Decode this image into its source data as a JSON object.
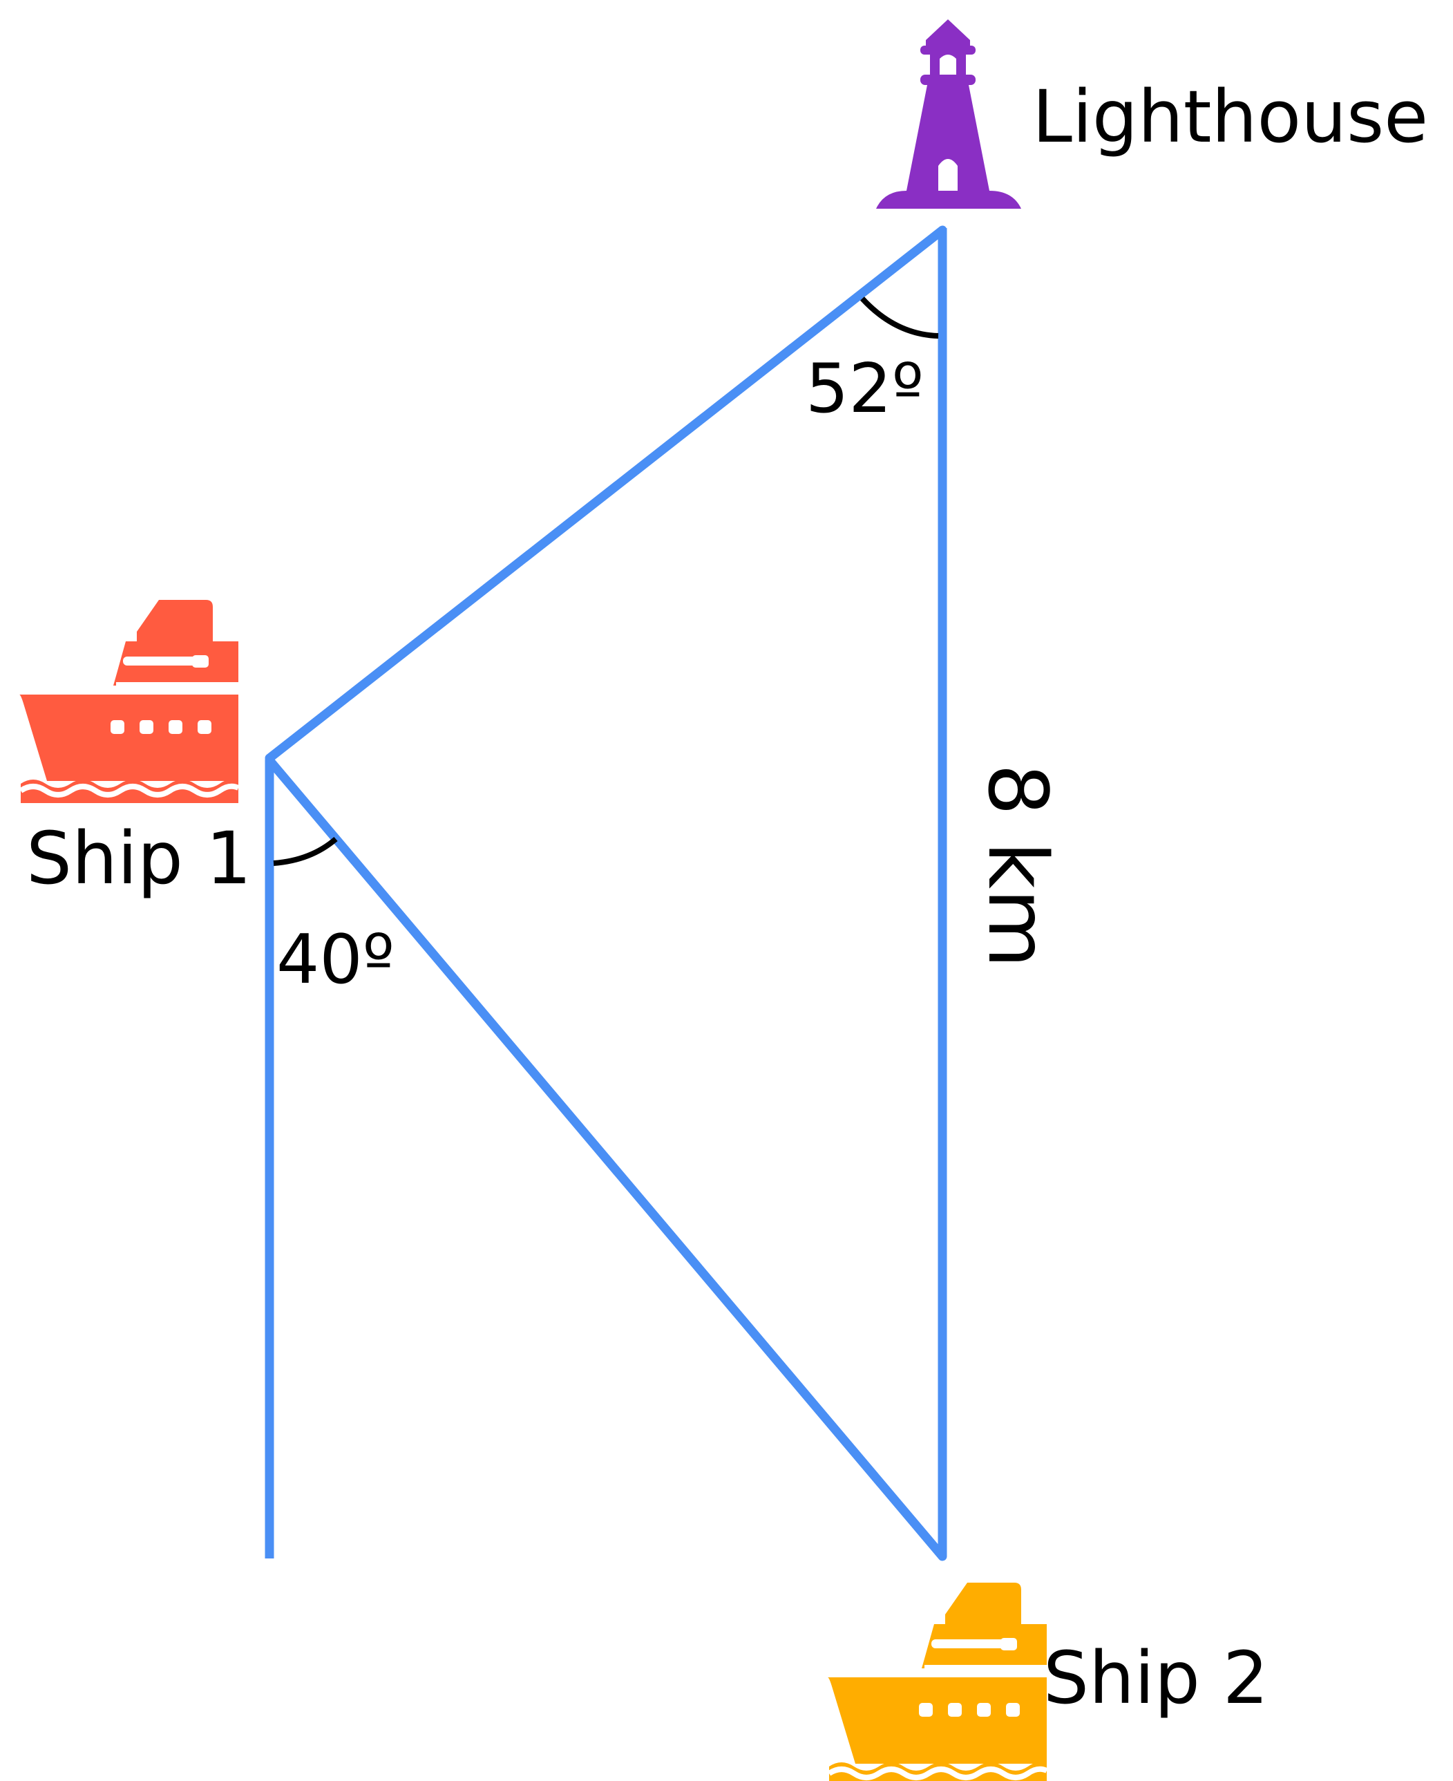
{
  "labels": {
    "lighthouse": "Lighthouse",
    "ship1": "Ship 1",
    "ship2": "Ship 2",
    "distance": "8 km",
    "angle_lighthouse": "52º",
    "angle_ship1": "40º"
  },
  "colors": {
    "lines": "#4a8ff5",
    "arc": "#000000",
    "lighthouse": "#8a2fc4",
    "ship1": "#ff5b40",
    "ship2": "#ffad00"
  },
  "icons": {
    "lighthouse": "lighthouse-icon",
    "ship1": "ship-icon",
    "ship2": "ship-icon"
  }
}
